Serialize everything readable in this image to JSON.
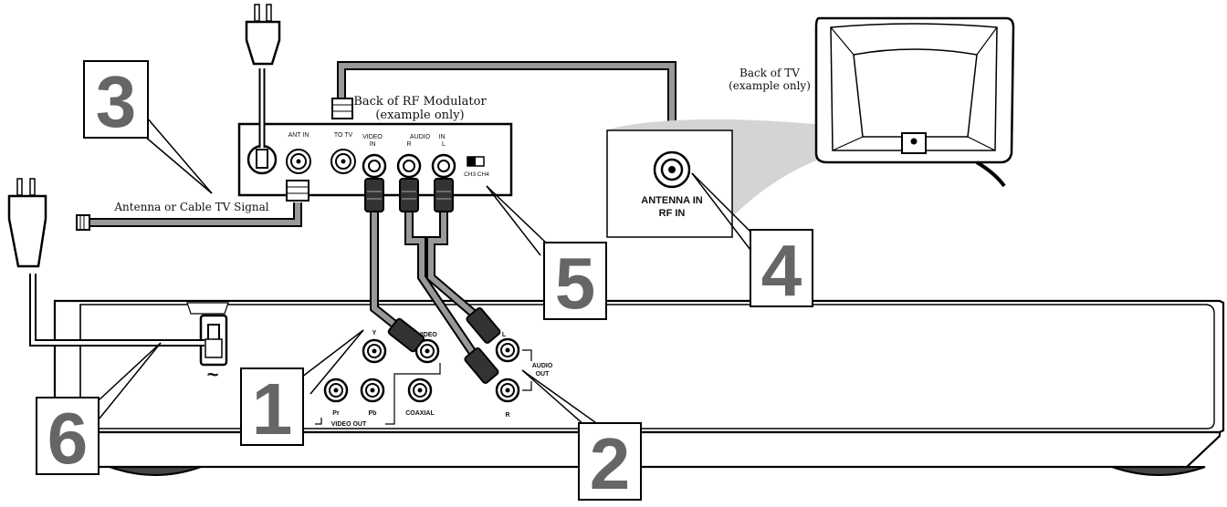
{
  "labels": {
    "rf_modulator_title_1": "Back of RF Modulator",
    "rf_modulator_title_2": "(example only)",
    "tv_title_1": "Back of TV",
    "tv_title_2": "(example only)",
    "antenna_signal": "Antenna or Cable TV Signal",
    "antenna_in": "ANTENNA IN",
    "rf_in": "RF IN"
  },
  "modulator": {
    "ant_in": "ANT  IN",
    "to_tv": "TO  TV",
    "video_1": "VIDEO",
    "video_2": "IN",
    "audio": "AUDIO",
    "in": "IN",
    "r": "R",
    "l": "L",
    "ch_switch": "CH3  CH4"
  },
  "player": {
    "y": "Y",
    "video": "VIDEO",
    "pr": "Pr",
    "pb": "Pb",
    "video_out": "VIDEO  OUT",
    "coaxial": "COAXIAL",
    "audio_l": "L",
    "audio_r": "R",
    "audio_out_1": "AUDIO",
    "audio_out_2": "OUT",
    "power_symbol": "~"
  },
  "steps": [
    "1",
    "2",
    "3",
    "4",
    "5",
    "6"
  ]
}
